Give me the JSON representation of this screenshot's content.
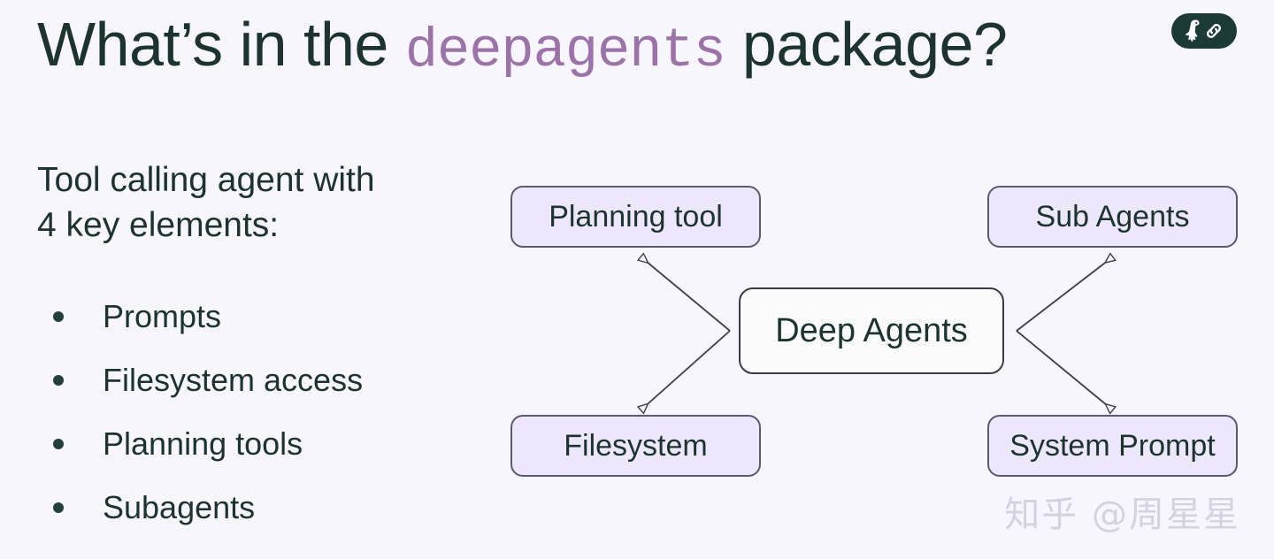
{
  "slide": {
    "background_color": "#f7f5fd",
    "text_color": "#1d3330",
    "accent_color": "#9b73a8"
  },
  "title": {
    "part1": "What’s in the ",
    "code": "deepagents",
    "part2": " package?"
  },
  "logo": {
    "name": "langchain-parrot-link-logo",
    "background_color": "#1c3b38",
    "glyph_color": "#ffffff"
  },
  "lead": {
    "line1": "Tool calling agent with",
    "line2": "4 key elements:"
  },
  "bullets": [
    {
      "label": "Prompts"
    },
    {
      "label": "Filesystem access"
    },
    {
      "label": "Planning tools"
    },
    {
      "label": "Subagents"
    }
  ],
  "diagram": {
    "leaf_fill": "#ece7fb",
    "leaf_border": "#5c5a70",
    "center_fill": "#fbfbfc",
    "center_border": "#3b3b43",
    "edge_color": "#3f3f4a",
    "nodes": {
      "center": "Deep Agents",
      "top_left": "Planning tool",
      "top_right": "Sub Agents",
      "bottom_left": "Filesystem",
      "bottom_right": "System Prompt"
    }
  },
  "watermark": {
    "text": "知乎 @周星星"
  }
}
